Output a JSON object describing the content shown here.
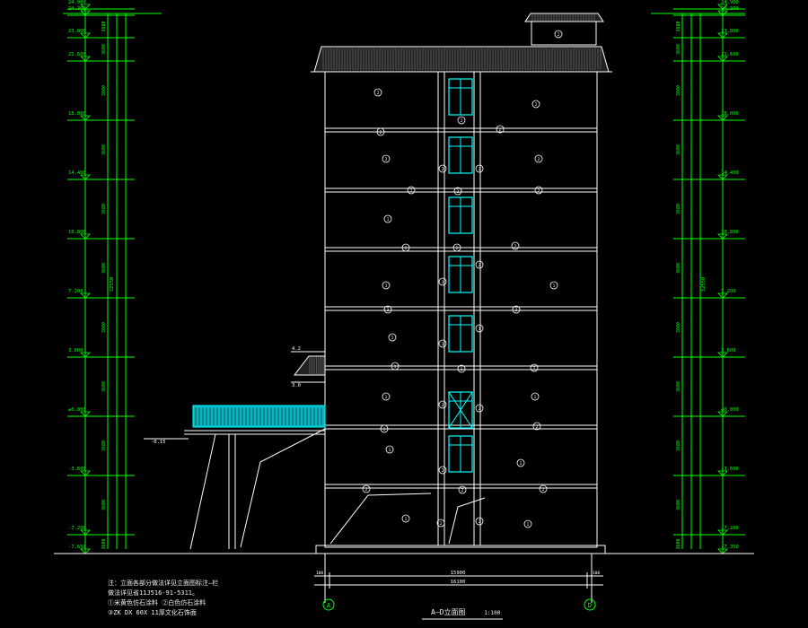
{
  "drawing": {
    "title": "A–D立面图",
    "scale": "1:100",
    "axis_left": "A",
    "axis_right": "D",
    "dim_total_upper": "15900",
    "dim_total_lower": "16100",
    "dim_offset_left": "100",
    "dim_offset_right": "100",
    "total_height": "32550"
  },
  "levels_left": [
    "24.900",
    "24.300",
    "23.000",
    "21.600",
    "18.000",
    "14.400",
    "10.800",
    "7.200",
    "3.600",
    "±0.000",
    "-3.600",
    "-7.200",
    "-7.650"
  ],
  "levels_right": [
    "24.900",
    "24.300",
    "23.800",
    "21.600",
    "18.000",
    "14.400",
    "10.800",
    "7.200",
    "3.600",
    "±0.000",
    "-3.600",
    "-7.200",
    "-7.350"
  ],
  "floor_dims": [
    "3600",
    "3600",
    "3600",
    "3600",
    "3600",
    "3600",
    "3600",
    "3600",
    "3600"
  ],
  "side_labels": {
    "canopy_top": "4.2",
    "canopy_bottom": "3.0",
    "terrace_level": "-0.15"
  },
  "material_tags": [
    "1",
    "2",
    "3"
  ],
  "notes": [
    "注：立面各部分做法详见立面图标注—栏",
    "做法详见省11J516-91-5311。",
    "①米黄色仿石涂料   ②白色仿石涂料",
    "③ZK DX 60X 11厚文化石饰面"
  ],
  "colors": {
    "outline": "#ffffff",
    "dimension": "#00ff00",
    "window": "#00ffff",
    "wall": "#ffff00",
    "roof": "#ffffff"
  }
}
